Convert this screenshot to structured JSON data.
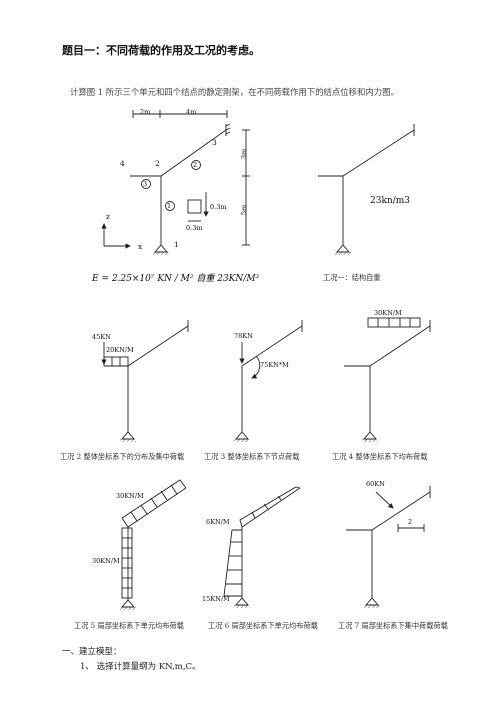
{
  "title": "题目一：不同荷载的作用及工况的考虑。",
  "intro": "计算图 1 所示三个单元和四个结点的静定刚架，在不同荷载作用下的结点位移和内力图。",
  "fig1": {
    "dim_2m": "2m",
    "dim_4m": "4m",
    "dim_3m": "3m",
    "dim_5m": "5m",
    "node_1": "1",
    "node_2": "2",
    "node_3": "3",
    "node_4": "4",
    "elem_1": "1",
    "elem_2": "2",
    "elem_3": "3",
    "section_w": "0.3m",
    "section_h": "0.3m",
    "axis_z": "z",
    "axis_x": "x",
    "formula": "E = 2.25×10⁷ KN / M²   自重  23KN/M³"
  },
  "case1": {
    "load": "23kn/m3",
    "caption": "工况一：结构自重"
  },
  "case2": {
    "load_point": "45KN",
    "load_dist": "20KN/M",
    "caption": "工况 2 整体坐标系下的分布及集中荷载"
  },
  "case3": {
    "load_point": "78KN",
    "moment": "75KN*M",
    "caption": "工况 3 整体坐标系下节点荷载"
  },
  "case4": {
    "load_dist": "30KN/M",
    "caption": "工况 4 整体坐标系下均布荷载"
  },
  "case5": {
    "load_top": "30KN/M",
    "load_col": "30KN/M",
    "caption": "工况 5 局部坐标系下单元均布荷载"
  },
  "case6": {
    "load_top": "6KN/M",
    "load_bottom": "15KN/M",
    "caption": "工况 6 局部坐标系下单元均布荷载"
  },
  "case7": {
    "load_point": "60KN",
    "dim": "2",
    "caption": "工况 7 局部坐标系下集中荷载荷载"
  },
  "section": {
    "heading": "一、建立模型：",
    "item1": "1、 选择计算量纲为 KN,m,C。"
  }
}
